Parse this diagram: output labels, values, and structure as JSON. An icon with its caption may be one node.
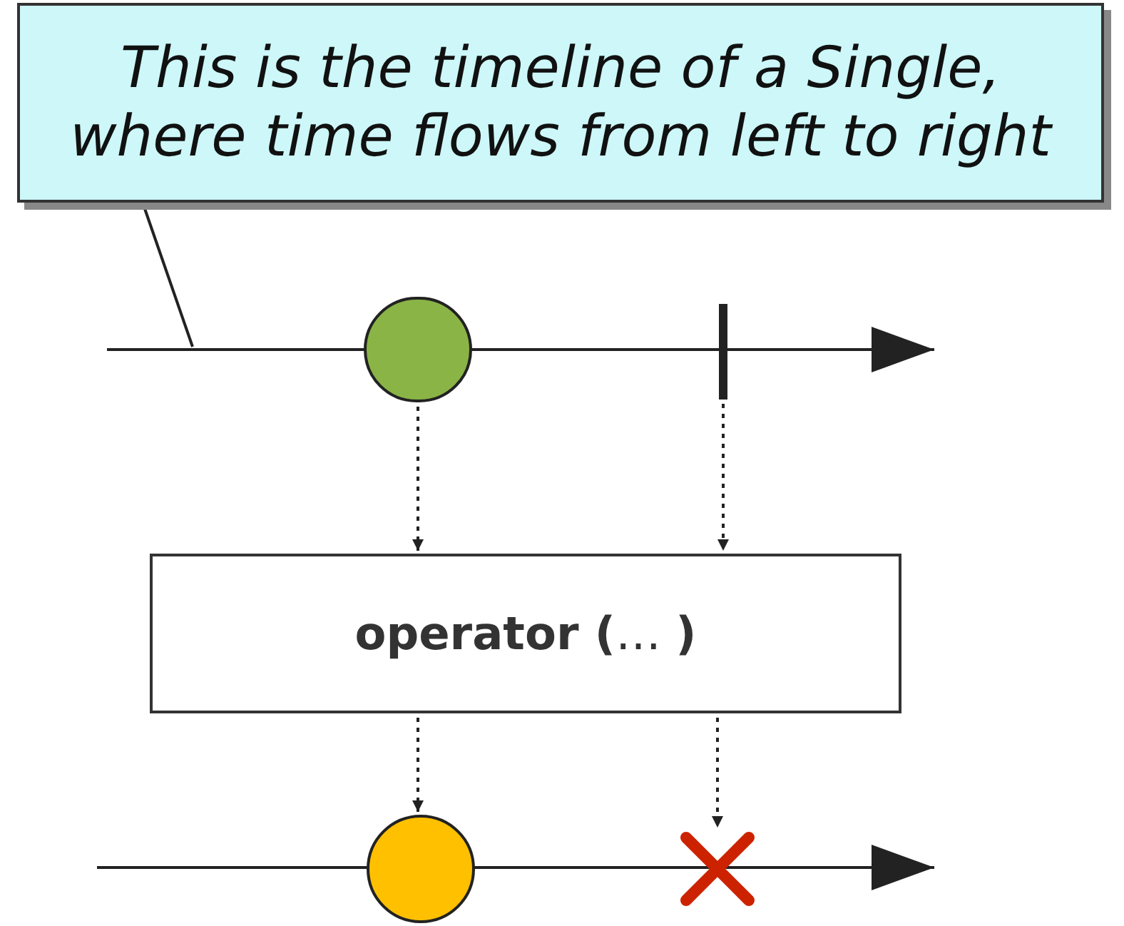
{
  "diagram": {
    "nodes": [
      {
        "text": [
          "This is the timeline of a Single, where time flows from left to right"
        ]
      },
      {
        "text": [],
        "shape": "circle"
      },
      {
        "text": [],
        "shape": "bar"
      },
      {
        "text": [
          "**operator (**… **)**"
        ]
      },
      {
        "text": [],
        "shape": "circle"
      },
      {
        "text": [],
        "shape": "cross"
      }
    ],
    "edges": [
      {
        "from": 0,
        "to": null,
        "arrow": "none"
      },
      {
        "from": 1,
        "to": 3,
        "arrow": "to",
        "style": "dashed"
      },
      {
        "from": 2,
        "to": 3,
        "arrow": "to",
        "style": "dashed"
      },
      {
        "from": 3,
        "to": 4,
        "arrow": "to",
        "style": "dashed"
      },
      {
        "from": 3,
        "to": 5,
        "arrow": "to",
        "style": "dashed"
      }
    ]
  }
}
